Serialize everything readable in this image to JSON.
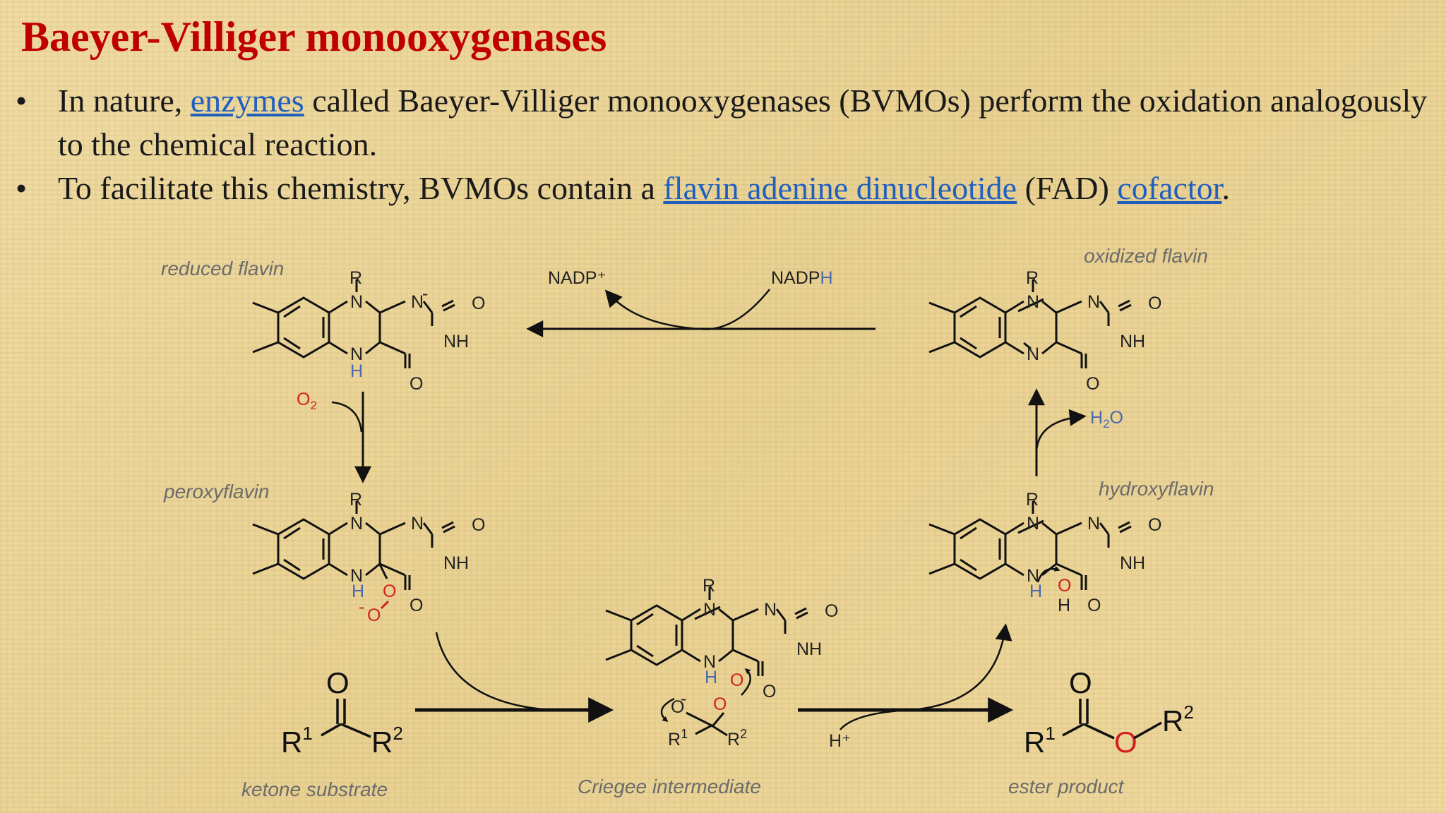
{
  "slide": {
    "title": "Baeyer-Villiger monooxygenases",
    "bullet1": {
      "dot": "•",
      "pre": "In nature, ",
      "link1": "enzymes",
      "post": " called Baeyer-Villiger monooxygenases (BVMOs) perform the oxidation analogously to the chemical reaction."
    },
    "bullet2": {
      "dot": "•",
      "pre": "To facilitate this chemistry, BVMOs contain a ",
      "link1": "flavin adenine dinucleotide",
      "mid": " (FAD) ",
      "link2": "cofactor",
      "post": "."
    },
    "link_color": "#1f5fbf",
    "title_color": "#c00000"
  },
  "scheme": {
    "labels": {
      "reduced": "reduced flavin",
      "oxidized": "oxidized flavin",
      "peroxy": "peroxyflavin",
      "hydroxy": "hydroxyflavin",
      "ketone": "ketone substrate",
      "criegee": "Criegee intermediate",
      "ester": "ester product"
    },
    "reagents": {
      "nadp": "NADP⁺",
      "nadph": "NADP",
      "nadph_h": "H",
      "o2_o": "O",
      "o2_sub": "2",
      "h2o_h": "H",
      "h2o_sub": "2",
      "h2o_o": "O",
      "hplus": "H⁺"
    },
    "atoms": {
      "R": "R",
      "N": "N",
      "O": "O",
      "NH": "NH",
      "H": "H",
      "minus": "-",
      "R1": "R",
      "R2": "R",
      "sup1": "1",
      "sup2": "2"
    }
  }
}
